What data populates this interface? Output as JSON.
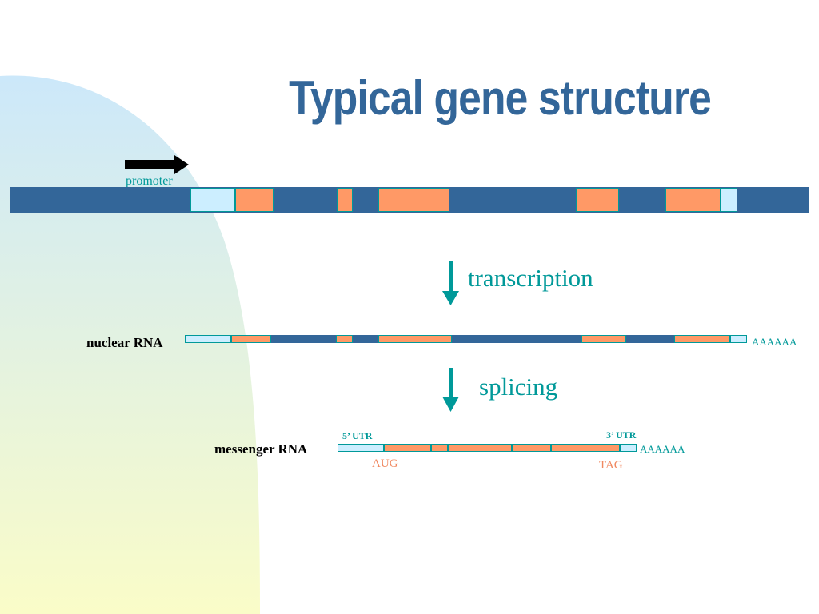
{
  "slide": {
    "title": "Typical gene structure"
  },
  "labels": {
    "promoter": "promoter",
    "transcription": "transcription",
    "splicing": "splicing",
    "nuclear_rna": "nuclear RNA",
    "messenger_rna": "messenger RNA",
    "poly_a_nuclear": "AAAAAA",
    "poly_a_mrna": "AAAAAA",
    "utr5": "5’ UTR",
    "utr3": "3’ UTR",
    "start_codon": "AUG",
    "stop_codon": "TAG"
  },
  "colors": {
    "title": "#336699",
    "intron_blue": "#336699",
    "exon_orange": "#ff9966",
    "utr_light_blue": "#cceeff",
    "teal": "#009999",
    "orange_text": "#f08860",
    "background_gradient_top": "#cce8fa",
    "background_gradient_bottom": "#fafcc8"
  },
  "icons": {
    "promoter_arrow": "right-arrow-icon",
    "transcription_arrow": "down-arrow-icon",
    "splicing_arrow": "down-arrow-icon"
  }
}
